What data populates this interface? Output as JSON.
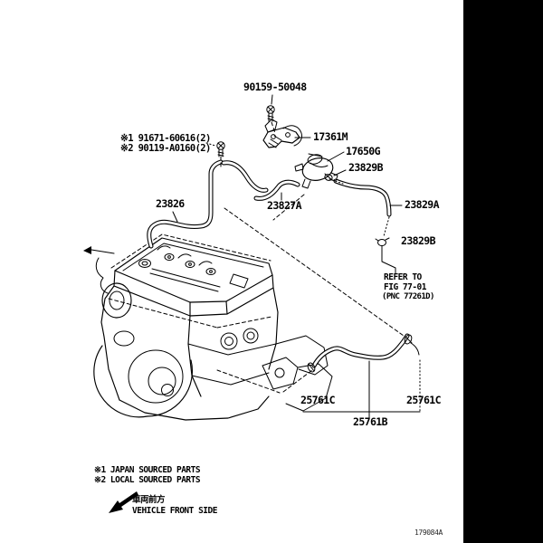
{
  "figure_code": "179084A",
  "colors": {
    "background": "#ffffff",
    "line": "#000000",
    "right_band": "#000000"
  },
  "labels": {
    "screw_top": "90159-50048",
    "bracket": "17361M",
    "vsv": "17650G",
    "clamp_top": "23829B",
    "note_bolt_1": "※1 91671-60616(2)",
    "note_bolt_2": "※2 90119-A0160(2)",
    "pipe": "23826",
    "hose_front": "23827A",
    "hose_right": "23829A",
    "clamp_mid": "23829B",
    "refer_to": "REFER TO",
    "refer_fig": "FIG 77-01",
    "refer_pnc": "(PNC 77261D)",
    "clamp_lower_left": "25761C",
    "clamp_lower_right": "25761C",
    "hose_lower": "25761B"
  },
  "footer": {
    "note1": "※1 JAPAN SOURCED PARTS",
    "note2": "※2 LOCAL SOURCED PARTS",
    "front_jp": "車両前方",
    "front_en": "VEHICLE FRONT SIDE"
  }
}
